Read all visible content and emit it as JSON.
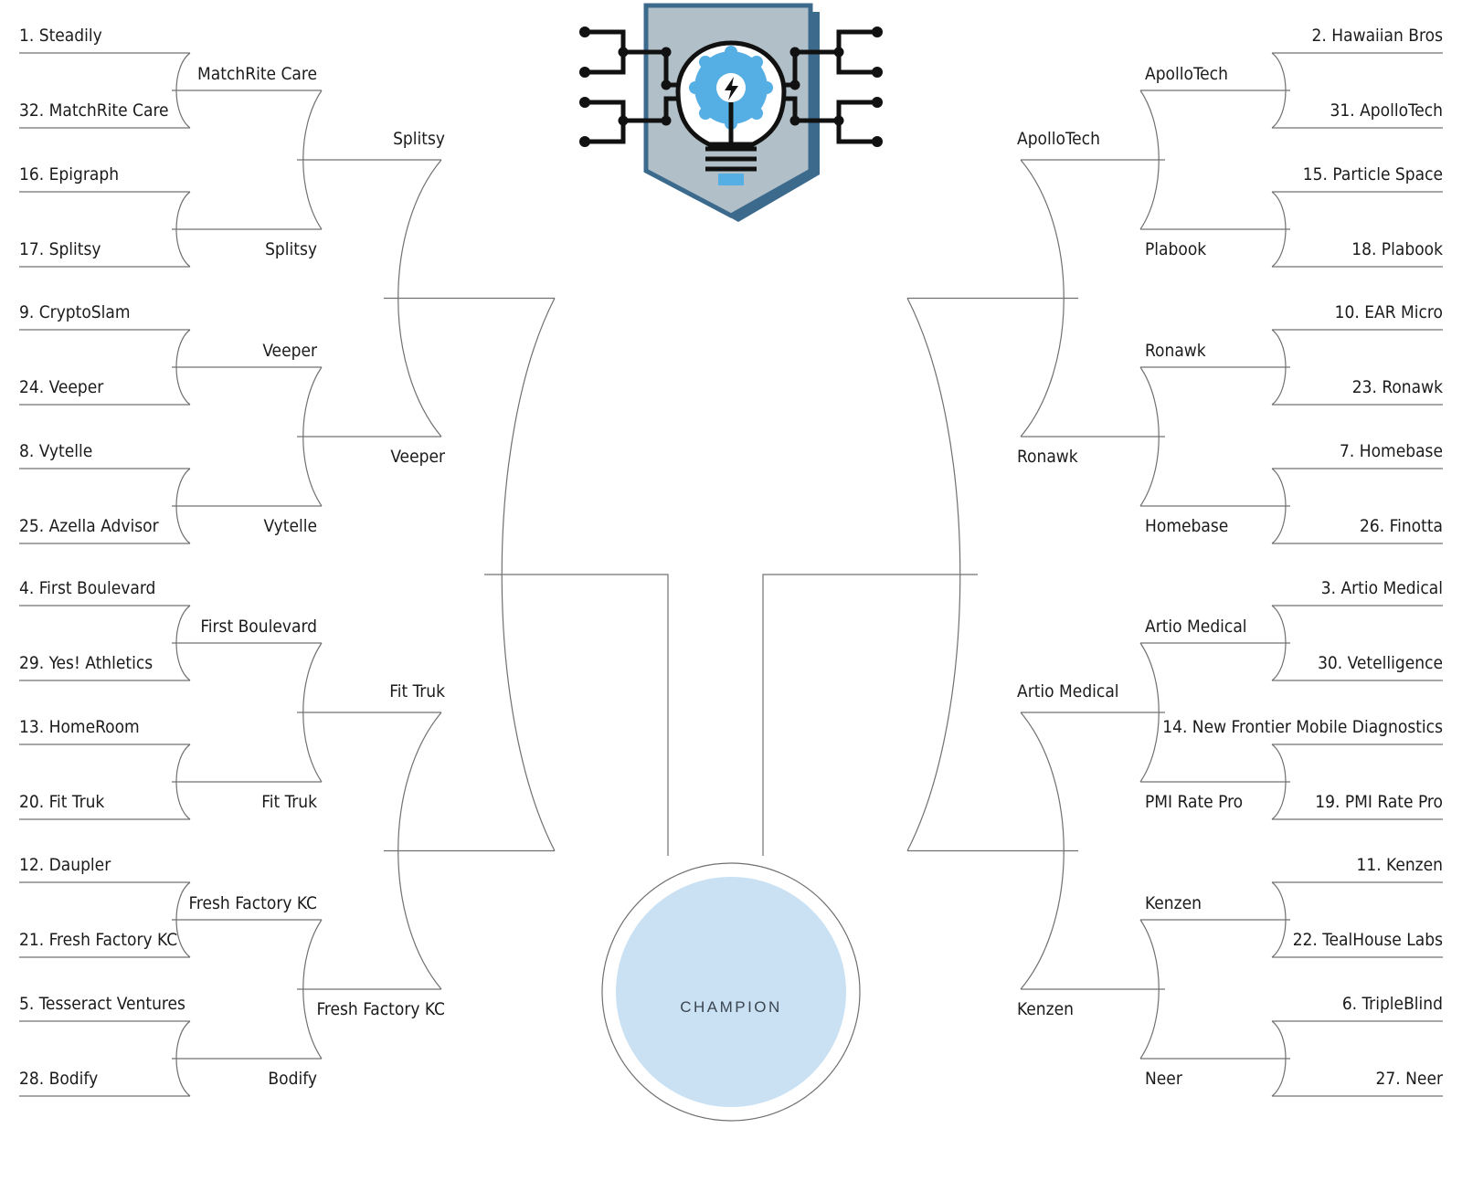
{
  "colors": {
    "line": "#707070",
    "text": "#1b1b1b",
    "champion_fill": "#cae1f4",
    "logo_shield": "#b1bfc8",
    "logo_shield_edge": "#3c6a8c",
    "logo_badge": "#55aee4",
    "logo_circuit": "#111111"
  },
  "logo": {
    "icon": "lightbulb-circuit-shield-icon"
  },
  "champion": {
    "label": "CHAMPION"
  },
  "left": {
    "round1": [
      "1. Steadily",
      "32. MatchRite Care",
      "16. Epigraph",
      "17. Splitsy",
      "9. CryptoSlam",
      "24. Veeper",
      "8. Vytelle",
      "25. Azella Advisor",
      "4. First Boulevard",
      "29. Yes! Athletics",
      "13. HomeRoom",
      "20. Fit Truk",
      "12. Daupler",
      "21. Fresh Factory KC",
      "5. Tesseract Ventures",
      "28. Bodify"
    ],
    "round2": [
      "MatchRite Care",
      "Splitsy",
      "Veeper",
      "Vytelle",
      "First Boulevard",
      "Fit Truk",
      "Fresh Factory KC",
      "Bodify"
    ],
    "round3": [
      "Splitsy",
      "Veeper",
      "Fit Truk",
      "Fresh Factory KC"
    ]
  },
  "right": {
    "round1": [
      "2. Hawaiian Bros",
      "31. ApolloTech",
      "15. Particle Space",
      "18. Plabook",
      "10. EAR Micro",
      "23. Ronawk",
      "7. Homebase",
      "26. Finotta",
      "3. Artio Medical",
      "30. Vetelligence",
      "14. New Frontier Mobile Diagnostics",
      "19. PMI Rate Pro",
      "11. Kenzen",
      "22. TealHouse Labs",
      "6. TripleBlind",
      "27. Neer"
    ],
    "round2": [
      "ApolloTech",
      "Plabook",
      "Ronawk",
      "Homebase",
      "Artio Medical",
      "PMI Rate Pro",
      "Kenzen",
      "Neer"
    ],
    "round3": [
      "ApolloTech",
      "Ronawk",
      "Artio Medical",
      "Kenzen"
    ]
  }
}
